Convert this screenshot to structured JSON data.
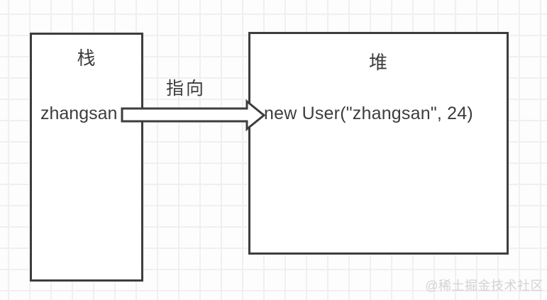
{
  "diagram": {
    "stack": {
      "title": "栈",
      "item": "zhangsan"
    },
    "heap": {
      "title": "堆",
      "item": "new User(\"zhangsan\", 24)"
    },
    "arrow": {
      "label": "指向",
      "from": "zhangsan",
      "to": "new User(\"zhangsan\", 24)"
    }
  },
  "watermark": {
    "text": "@稀土掘金技术社区"
  },
  "colors": {
    "background": "#fdfdfd",
    "grid_line": "#f1eff1",
    "shape_border": "#3d3d3d",
    "shape_fill": "#ffffff",
    "text": "#3d3d3d",
    "arrow_fill": "#ffffff",
    "watermark": "#d3d3d3"
  }
}
